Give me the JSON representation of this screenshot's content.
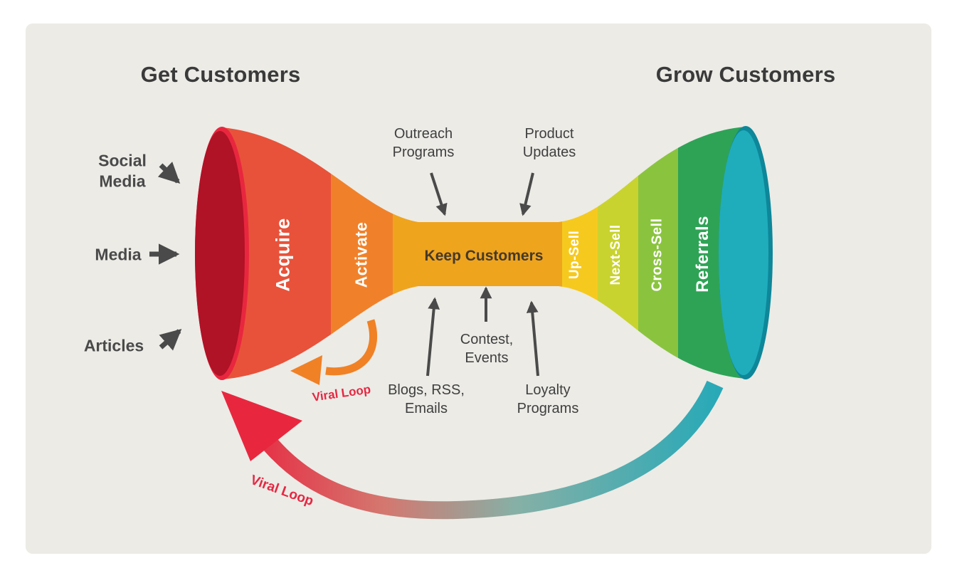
{
  "titles": {
    "left": "Get Customers",
    "right": "Grow Customers"
  },
  "inputs": {
    "social": {
      "line1": "Social",
      "line2": "Media"
    },
    "media": "Media",
    "articles": "Articles"
  },
  "stages": {
    "acquire": "Acquire",
    "activate": "Activate",
    "keep": "Keep Customers",
    "upsell": "Up-Sell",
    "nextsell": "Next-Sell",
    "crosssell": "Cross-Sell",
    "referrals": "Referrals"
  },
  "callouts": {
    "outreach": {
      "line1": "Outreach",
      "line2": "Programs"
    },
    "product": {
      "line1": "Product",
      "line2": "Updates"
    },
    "blogs": {
      "line1": "Blogs, RSS,",
      "line2": "Emails"
    },
    "contest": {
      "line1": "Contest,",
      "line2": "Events"
    },
    "loyalty": {
      "line1": "Loyalty",
      "line2": "Programs"
    }
  },
  "viral": {
    "small": "Viral Loop",
    "large": "Viral Loop"
  },
  "colors": {
    "panel_bg": "#ecebe6",
    "arrow": "#4a4a4a",
    "acquire": "#e8523a",
    "activate": "#f0812a",
    "keep": "#efa41e",
    "upsell": "#f6c91f",
    "nextsell": "#c9d32f",
    "crosssell": "#8ac43f",
    "referrals": "#2ea356",
    "left_cap_rim": "#e8273f",
    "left_cap": "#b01226",
    "right_cap_rim": "#0d8799",
    "right_cap": "#1fadbc",
    "viral_small_arrow": "#f08125",
    "viral_text": "#e62742",
    "loop_teal": "#29a9b7",
    "loop_mid": "#86b0a6",
    "loop_pink": "#d4776f",
    "loop_red": "#e8273f"
  }
}
